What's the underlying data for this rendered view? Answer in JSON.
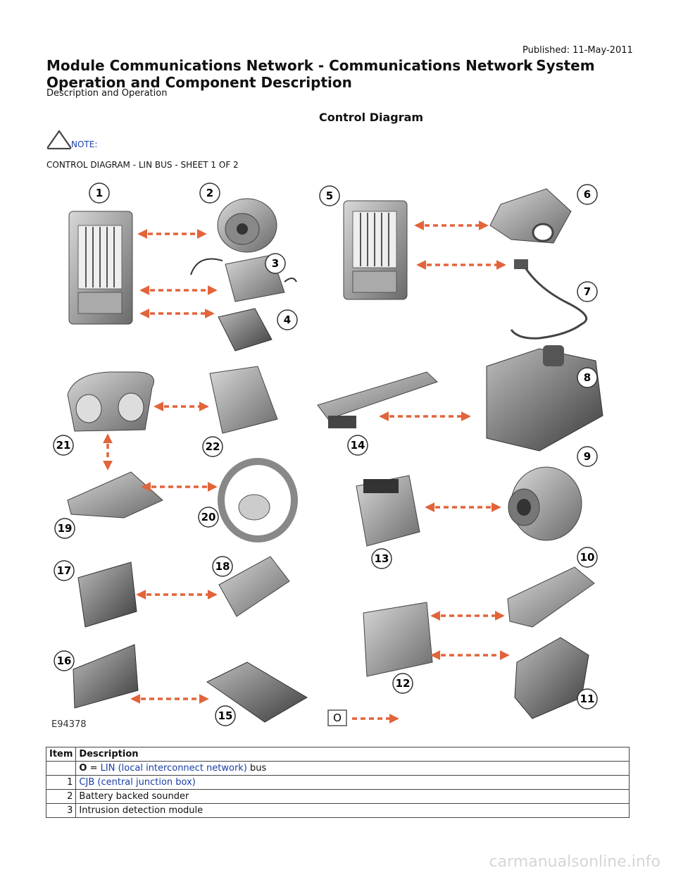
{
  "header": {
    "published": "Published: 11-May-2011",
    "title_part1": "Module Communications Network - Communications Network",
    "title_part2": "- System",
    "title_line2": "Operation and Component Description",
    "subtitle": "Description and Operation"
  },
  "section_title": "Control Diagram",
  "note_label": "NOTE:",
  "diagram": {
    "caption": "CONTROL DIAGRAM - LIN BUS - SHEET 1 OF 2",
    "ref_code": "E94378",
    "legend_symbol": "O",
    "callouts": [
      "1",
      "2",
      "3",
      "4",
      "5",
      "6",
      "7",
      "8",
      "9",
      "10",
      "11",
      "12",
      "13",
      "14",
      "15",
      "16",
      "17",
      "18",
      "19",
      "20",
      "21",
      "22"
    ]
  },
  "table": {
    "headers": [
      "Item",
      "Description"
    ],
    "row0": {
      "symbol": "O",
      "eq": " = ",
      "link": "LIN (local interconnect network)",
      "rest": " bus"
    },
    "rows": [
      {
        "item": "1",
        "description": "CJB (central junction box)"
      },
      {
        "item": "2",
        "description": "Battery backed sounder"
      },
      {
        "item": "3",
        "description": "Intrusion detection module"
      }
    ]
  },
  "watermark": "carmanualsonline.info",
  "colors": {
    "arrow": "#e2643a",
    "link": "#1a3fa8"
  }
}
